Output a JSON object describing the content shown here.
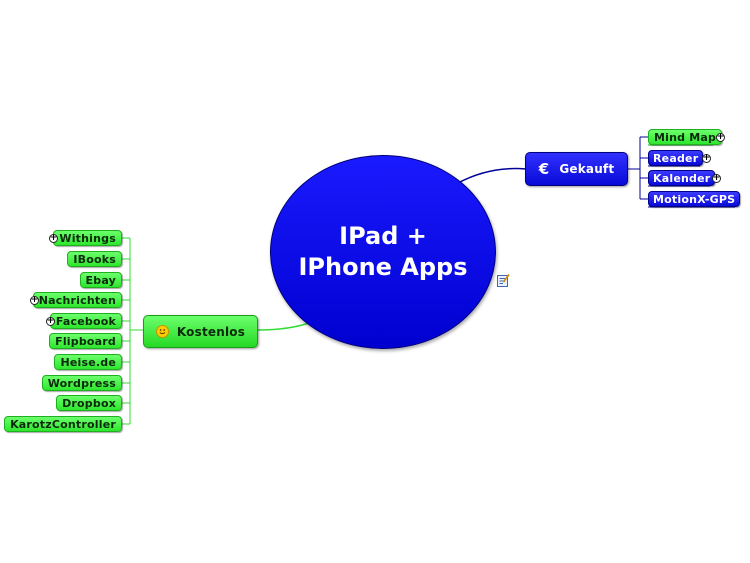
{
  "central": {
    "title": "IPad +\nIPhone Apps"
  },
  "kostenlos": {
    "label": "Kostenlos",
    "icon": "smiley-icon",
    "items": [
      {
        "label": "Withings",
        "collapsed": true
      },
      {
        "label": "IBooks",
        "collapsed": false
      },
      {
        "label": "Ebay",
        "collapsed": false
      },
      {
        "label": "Nachrichten",
        "collapsed": true
      },
      {
        "label": "Facebook",
        "collapsed": true
      },
      {
        "label": "Flipboard",
        "collapsed": false
      },
      {
        "label": "Heise.de",
        "collapsed": false
      },
      {
        "label": "Wordpress",
        "collapsed": false
      },
      {
        "label": "Dropbox",
        "collapsed": false
      },
      {
        "label": "KarotzController",
        "collapsed": false
      }
    ]
  },
  "gekauft": {
    "label": "Gekauft",
    "icon": "euro-icon",
    "items": [
      {
        "label": "Mind Map",
        "collapsed": true
      },
      {
        "label": "Reader",
        "collapsed": true
      },
      {
        "label": "Kalender",
        "collapsed": true
      },
      {
        "label": "MotionX-GPS",
        "collapsed": false
      }
    ]
  },
  "colors": {
    "green": "#33ee33",
    "blue": "#0a0ae0",
    "green_line": "#33dd33",
    "blue_line": "#0000aa"
  }
}
